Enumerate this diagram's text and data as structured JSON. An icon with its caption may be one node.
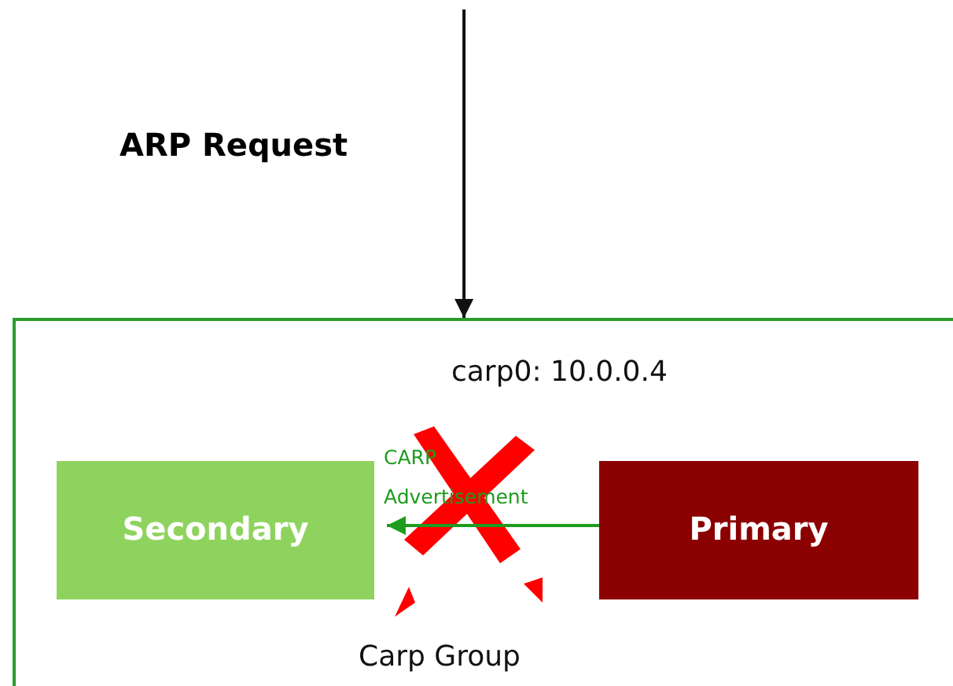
{
  "diagram": {
    "nodes": [
      {
        "text": [
          "carp0: 10.0.0.4",
          "Carp Group"
        ]
      },
      {
        "text": [
          "Secondary"
        ],
        "in": 0
      },
      {
        "text": [
          "Primary"
        ],
        "in": 0
      }
    ],
    "edges": [
      {
        "from": null,
        "to": 0,
        "arrow": "to",
        "label": "ARP Request"
      },
      {
        "from": 2,
        "to": 1,
        "arrow": "to",
        "label": "CARP Advertisement",
        "color": "#1e9c1e"
      }
    ]
  }
}
